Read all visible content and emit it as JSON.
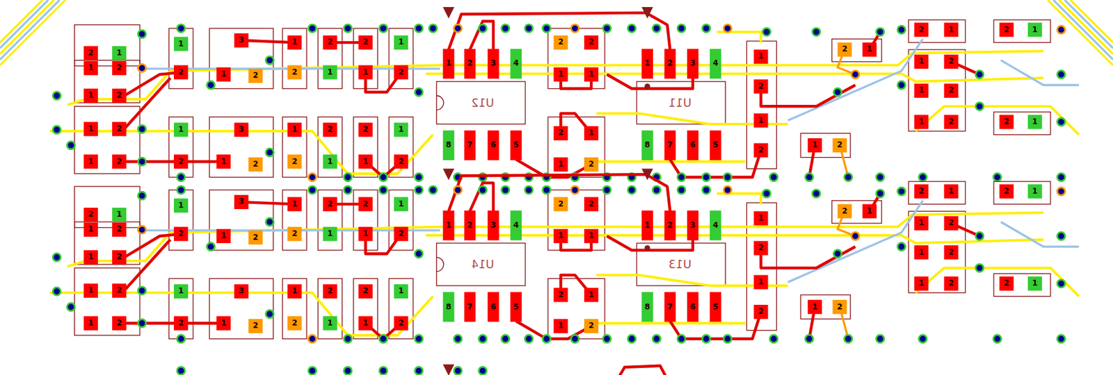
{
  "diagram": {
    "labels": [
      "2",
      "1",
      "1",
      "2",
      "1",
      "2",
      "1",
      "2",
      "1",
      "2",
      "1",
      "2",
      "1",
      "2",
      "3",
      "1",
      "2",
      "3",
      "1",
      "2",
      "1",
      "2",
      "1",
      "2",
      "2",
      "1",
      "2",
      "1",
      "2",
      "1",
      "2",
      "1",
      "1",
      "2",
      "1",
      "2",
      "1",
      "2",
      "3",
      "4",
      "8",
      "7",
      "6",
      "5",
      "2",
      "2",
      "1",
      "1",
      "2",
      "1",
      "1",
      "2",
      "1",
      "2",
      "3",
      "4",
      "8",
      "7",
      "6",
      "5",
      "1",
      "2",
      "1",
      "2",
      "2",
      "1",
      "1",
      "2",
      "2",
      "1",
      "2",
      "1",
      "1",
      "2",
      "1",
      "2",
      "1",
      "2",
      "2",
      "1",
      "2",
      "1",
      "1",
      "2",
      "1",
      "2",
      "1",
      "2",
      "1",
      "2",
      "1",
      "2",
      "1",
      "2",
      "3",
      "1",
      "2",
      "3",
      "1",
      "2",
      "1",
      "2",
      "1",
      "2",
      "2",
      "1",
      "2",
      "1",
      "2",
      "1",
      "2",
      "1",
      "1",
      "2",
      "1",
      "2",
      "1",
      "2",
      "3",
      "4",
      "8",
      "7",
      "6",
      "5",
      "2",
      "2",
      "1",
      "1",
      "2",
      "1",
      "1",
      "2",
      "1",
      "2",
      "3",
      "4",
      "8",
      "7",
      "6",
      "5",
      "1",
      "2",
      "1",
      "2",
      "2",
      "1",
      "1",
      "2",
      "2",
      "1",
      "2",
      "1",
      "1",
      "2",
      "1",
      "2",
      "1",
      "2",
      "2",
      "1",
      "U12",
      "U11",
      "U14",
      "U13"
    ]
  }
}
